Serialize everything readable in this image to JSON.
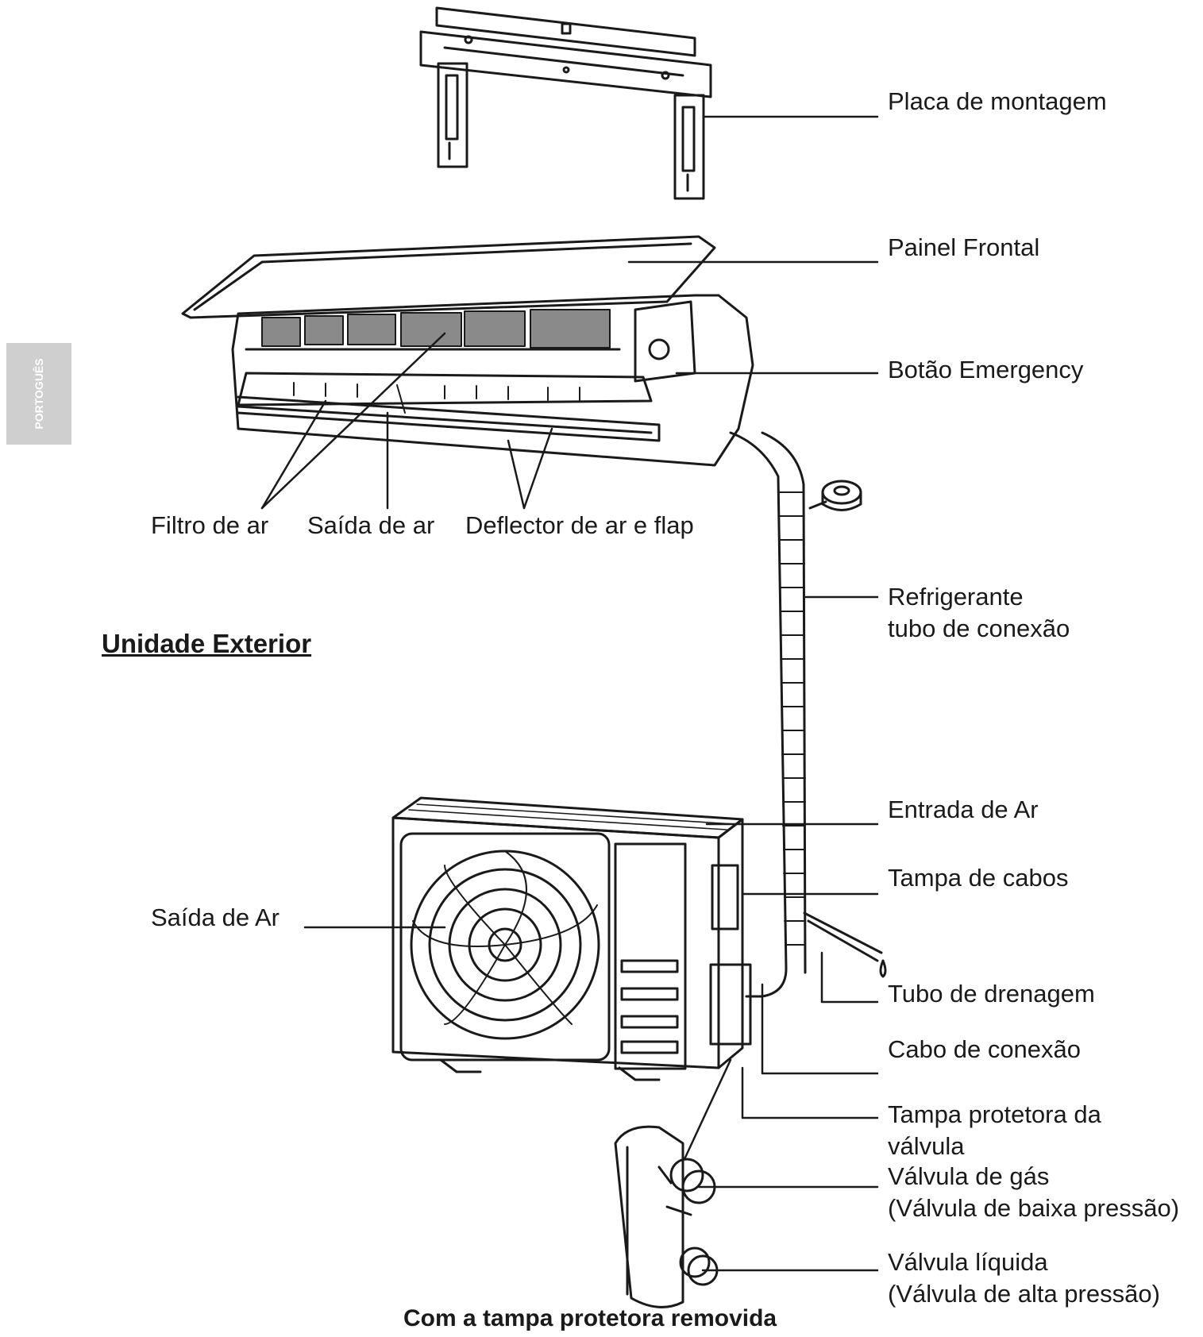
{
  "side_tab": {
    "text": "PORTOGUÊS"
  },
  "section_heading": "Unidade Exterior",
  "bottom_caption": "Com a tampa protetora removida",
  "labels": {
    "mounting_plate": "Placa de montagem",
    "front_panel": "Painel Frontal",
    "emergency_button": "Botão Emergency",
    "air_filter": "Filtro de ar",
    "air_outlet_indoor": "Saída de ar",
    "deflector": "Deflector de ar e flap",
    "refrigerant_line1": "Refrigerante",
    "refrigerant_line2": "tubo de conexão",
    "air_inlet": "Entrada de Ar",
    "cable_cover": "Tampa de cabos",
    "air_outlet_outdoor": "Saída de Ar",
    "drain_pipe": "Tubo de drenagem",
    "connection_cable": "Cabo de conexão",
    "valve_cover_line1": "Tampa protetora da",
    "valve_cover_line2": "válvula",
    "gas_valve_line1": "Válvula de gás",
    "gas_valve_line2": "(Válvula de baixa pressão)",
    "liquid_valve_line1": "Válvula líquida",
    "liquid_valve_line2": "(Válvula de alta pressão)"
  },
  "colors": {
    "ink": "#1a1a1a",
    "tab": "#cfcfcf",
    "filter": "#8a8a8a"
  }
}
